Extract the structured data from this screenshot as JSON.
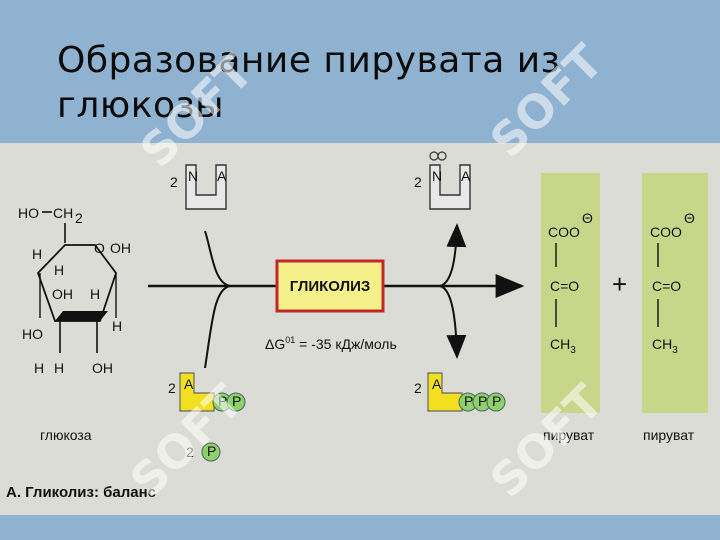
{
  "slide": {
    "title_line1": "Образование пирувата из",
    "title_line2": "глюкозы"
  },
  "diagram": {
    "glucose": {
      "label": "глюкоза",
      "groups": [
        "HO",
        "CH",
        "2",
        "H",
        "O",
        "OH",
        "H",
        "H",
        "OH",
        "H",
        "HO",
        "H",
        "H",
        "OH"
      ]
    },
    "process": {
      "name": "ГЛИКОЛИЗ",
      "energy": "ΔG",
      "energy_sup": "01",
      "energy_rest": " = -35 кДж/моль"
    },
    "inputs": {
      "nad_count": "2",
      "nad_n": "N",
      "nad_a": "A",
      "adp_count": "2",
      "adp_a": "A",
      "phosphate": "P",
      "pi_count": "2"
    },
    "outputs": {
      "nadh_count": "2",
      "nadh_n": "N",
      "nadh_a": "A",
      "atp_count": "2",
      "atp_a": "A"
    },
    "pyruvate": {
      "coo": "COO",
      "charge": "Θ",
      "co": "C=O",
      "ch": "CH",
      "ch_sub": "3",
      "label": "пируват",
      "plus": "+"
    },
    "caption": "А. Гликолиз: баланс"
  },
  "watermark": {
    "text": "SOFT"
  },
  "colors": {
    "background": "#8fb2d0",
    "panel": "#dcdcd6",
    "pyruvate_box": "#c8d68a",
    "glycolysis_box": "#f5f08a",
    "glycolysis_border": "#c0282a",
    "atp_yellow": "#f2e020",
    "phosphate_green": "#8fd06a"
  }
}
